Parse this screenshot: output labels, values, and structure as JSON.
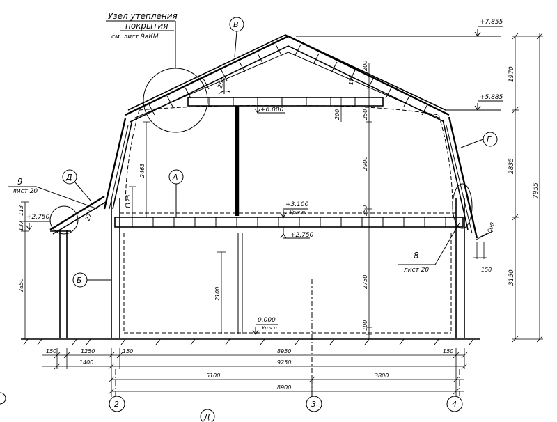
{
  "title": {
    "node_line1": "Узел утепления",
    "node_line2": "покрытия",
    "node_ref": "см. лист 9аКМ"
  },
  "node_labels": {
    "v": "В",
    "g": "Г",
    "d": "Д",
    "a": "А",
    "b": "Б",
    "d_bottom": "Д"
  },
  "callouts": {
    "n9": "9",
    "n9_sheet": "лист 20",
    "n8": "8",
    "n8_sheet": "лист 20"
  },
  "angles": {
    "upper": "25°",
    "lower": "27°"
  },
  "elevations": {
    "top": "+7.855",
    "ridge_low": "+5.885",
    "attic_floor": "+6.000",
    "floor2": "+3.100",
    "floor2_sub": "Ур.ч.п.",
    "floor2_beam": "+2.750",
    "ground": "0.000",
    "ground_sub": "Ур.ч.п.",
    "porch": "+2.750"
  },
  "vertical_dims": {
    "right_1970": "1970",
    "right_2835": "2835",
    "right_3150": "3150",
    "right_7955": "7955",
    "inner_200_top": "200",
    "inner_100": "100",
    "inner_200": "200",
    "inner_250": "250",
    "inner_2900": "2900",
    "inner_350": "350",
    "inner_2750": "2750",
    "inner_100_bottom": "100",
    "left_2463": "2463",
    "left_1125": "1125",
    "door_2100": "2100",
    "porch_113": "113",
    "porch_137": "137",
    "porch_2850": "2850",
    "right_600": "600",
    "right_150": "150"
  },
  "horizontal_dims": {
    "d150_left": "150",
    "d1250": "1250",
    "d150_inner": "150",
    "d8950": "8950",
    "d150_right": "150",
    "d1400": "1400",
    "d9250": "9250",
    "d5100": "5100",
    "d3800": "3800",
    "d8900": "8900"
  },
  "axes": {
    "a2": "2",
    "a3": "3",
    "a4": "4"
  }
}
